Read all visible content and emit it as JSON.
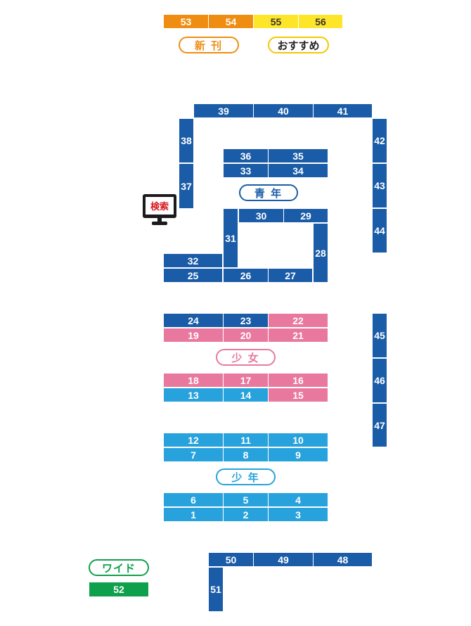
{
  "shelves": {
    "s1": "1",
    "s2": "2",
    "s3": "3",
    "s4": "4",
    "s5": "5",
    "s6": "6",
    "s7": "7",
    "s8": "8",
    "s9": "9",
    "s10": "10",
    "s11": "11",
    "s12": "12",
    "s13": "13",
    "s14": "14",
    "s15": "15",
    "s16": "16",
    "s17": "17",
    "s18": "18",
    "s19": "19",
    "s20": "20",
    "s21": "21",
    "s22": "22",
    "s23": "23",
    "s24": "24",
    "s25": "25",
    "s26": "26",
    "s27": "27",
    "s28": "28",
    "s29": "29",
    "s30": "30",
    "s31": "31",
    "s32": "32",
    "s33": "33",
    "s34": "34",
    "s35": "35",
    "s36": "36",
    "s37": "37",
    "s38": "38",
    "s39": "39",
    "s40": "40",
    "s41": "41",
    "s42": "42",
    "s43": "43",
    "s44": "44",
    "s45": "45",
    "s46": "46",
    "s47": "47",
    "s48": "48",
    "s49": "49",
    "s50": "50",
    "s51": "51",
    "s52": "52",
    "s53": "53",
    "s54": "54",
    "s55": "55",
    "s56": "56"
  },
  "zones": {
    "new_releases": "新 刊",
    "recommended": "おすすめ",
    "seinen": "青 年",
    "shoujo": "少 女",
    "shounen": "少 年",
    "wide": "ワイド"
  },
  "kiosk": {
    "label": "検索"
  },
  "colors": {
    "navy": "#1a5ca7",
    "light_blue": "#27a2dc",
    "pink": "#e9789f",
    "orange": "#ef8d13",
    "yellow": "#fde629",
    "green": "#0ea04c",
    "kiosk_text": "#d7191f"
  }
}
